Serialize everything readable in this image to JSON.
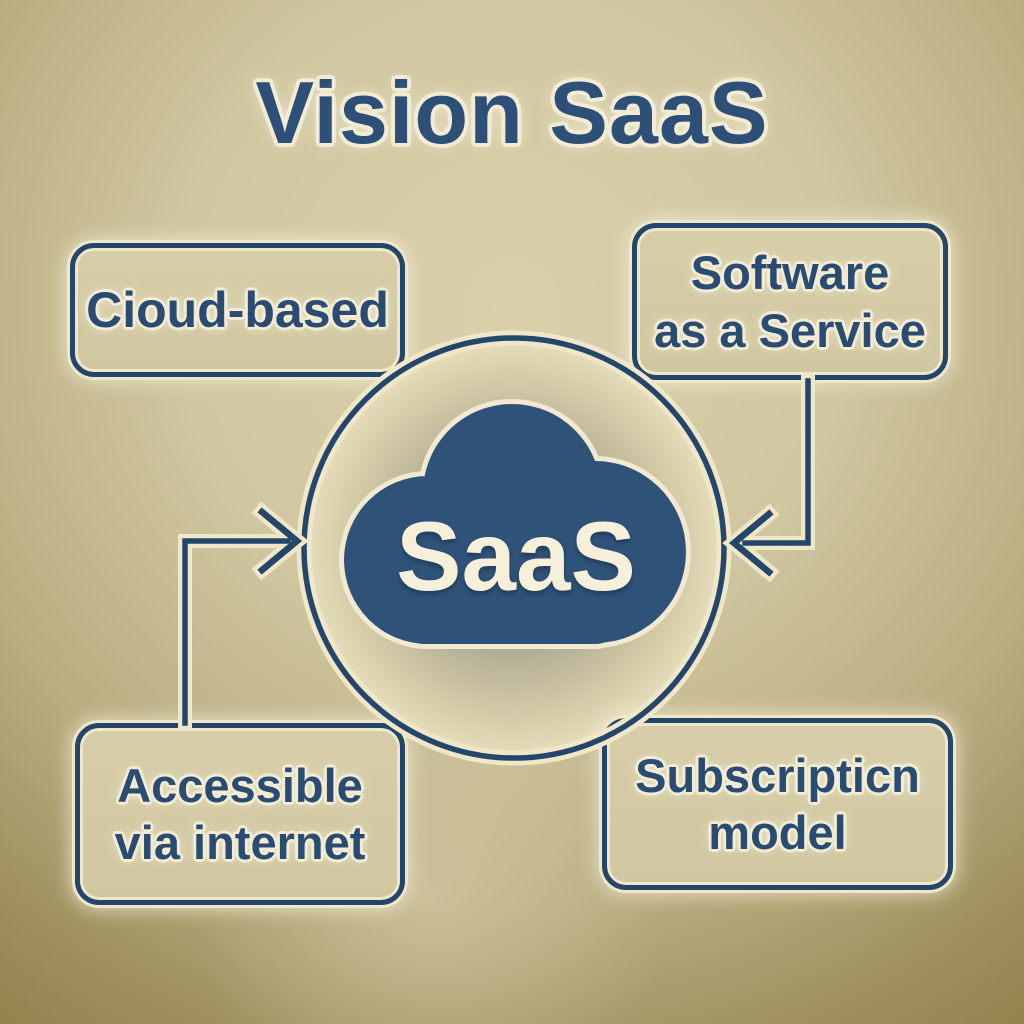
{
  "title": "Vision SaaS",
  "center": {
    "label": "SaaS",
    "icon": "cloud-icon"
  },
  "boxes": [
    {
      "name": "cloud-based",
      "lines": [
        "Cioud-based"
      ]
    },
    {
      "name": "software-as-a-service",
      "lines": [
        "Software",
        "as a Service"
      ]
    },
    {
      "name": "accessible-via-internet",
      "lines": [
        "Accessible",
        "via internet"
      ]
    },
    {
      "name": "subscription-model",
      "lines": [
        "Subscripticn",
        "model"
      ]
    }
  ],
  "connectors": [
    {
      "name": "left-arrow",
      "from": "accessible-via-internet",
      "to": "saas-hub",
      "direction": "points-right-into-circle"
    },
    {
      "name": "right-arrow",
      "from": "software-as-a-service",
      "to": "saas-hub",
      "direction": "points-left-into-circle"
    }
  ],
  "colors": {
    "navy_line": "#24466a",
    "navy_text": "#2b4c72",
    "cream_outline": "#f2ead0",
    "box_fill": "#d3c9a3",
    "background_center": "#d8cfa9",
    "background_edge": "#95854f",
    "cloud_fill": "#2f5278",
    "center_glow": "#99a08d",
    "center_text": "#f6efd9"
  }
}
